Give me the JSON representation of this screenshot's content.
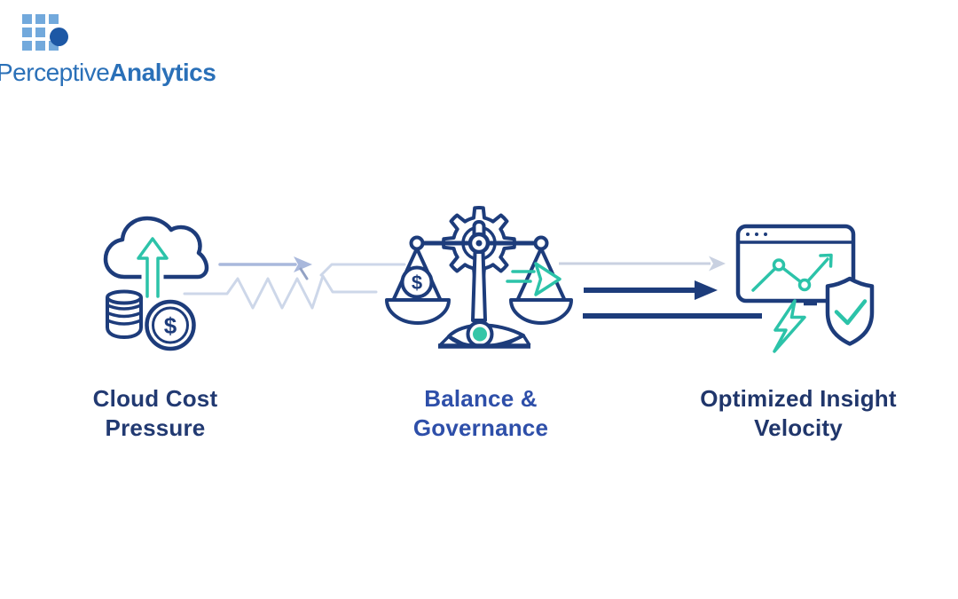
{
  "brand": {
    "name_regular": "Perceptive",
    "name_bold": "Analytics"
  },
  "diagram": {
    "steps": [
      {
        "label_line1": "Cloud Cost",
        "label_line2": "Pressure",
        "icon": "cloud-upload-with-coin-stack-and-dollar-coin"
      },
      {
        "label_line1": "Balance &",
        "label_line2": "Governance",
        "icon": "balance-scale-with-gear-and-eye"
      },
      {
        "label_line1": "Optimized Insight",
        "label_line2": "Velocity",
        "icon": "analytics-window-with-lightning-bolt-and-shield-check"
      }
    ],
    "dollar_symbol": "$",
    "connector_left": "volatility-zigzag-with-light-arrow",
    "connector_right": "light-arrow-over-bold-navy-arrow"
  },
  "colors": {
    "navy": "#1d3c7b",
    "teal": "#2cc3a9",
    "label_dark_navy": "#223a72",
    "label_royal_blue": "#2e4fa9",
    "periwinkle_arrow": "#a9b8dc",
    "faint_zigzag": "#cdd7e9",
    "light_gray_arrow": "#c9d1e1",
    "logo_square_blue": "#72a9dc",
    "logo_dot_blue": "#1d58a5",
    "logo_text_blue": "#2a70b8"
  }
}
